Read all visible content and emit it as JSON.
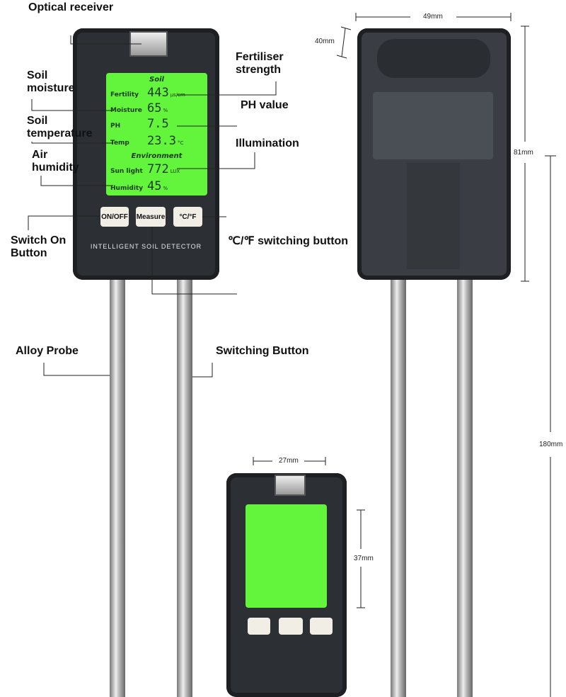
{
  "callouts": {
    "optical_receiver": "Optical receiver",
    "soil_moisture": "Soil moisture",
    "soil_temperature": "Soil temperature",
    "air_humidity": "Air humidity",
    "switch_on_button": "Switch On Button",
    "alloy_probe": "Alloy Probe",
    "fertiliser_strength": "Fertiliser strength",
    "ph_value": "PH value",
    "illumination": "Illumination",
    "unit_switch": "℃/℉ switching button",
    "switching_button": "Switching Button"
  },
  "screen": {
    "soil_heading": "Soil",
    "environment_heading": "Environment",
    "rows": [
      {
        "label": "Fertility",
        "value": "443",
        "unit": "μs/cm"
      },
      {
        "label": "Moisture",
        "value": "65",
        "unit": "%"
      },
      {
        "label": "PH",
        "value": "7.5",
        "unit": ""
      },
      {
        "label": "Temp",
        "value": "23.3",
        "unit": "°C"
      },
      {
        "label": "Sun light",
        "value": "772",
        "unit": "LUX"
      },
      {
        "label": "Humidity",
        "value": "45",
        "unit": "%"
      }
    ]
  },
  "buttons": {
    "power": "ON/OFF",
    "measure": "Measure",
    "unit": "°C/°F"
  },
  "brand": "INTELLIGENT SOIL DETECTOR",
  "dimensions": {
    "width": "49mm",
    "depth": "40mm",
    "height": "81mm",
    "total": "180mm",
    "screen_width": "27mm",
    "screen_height": "37mm"
  },
  "colors": {
    "screen": "#63f53c",
    "body": "#2c2f33"
  }
}
